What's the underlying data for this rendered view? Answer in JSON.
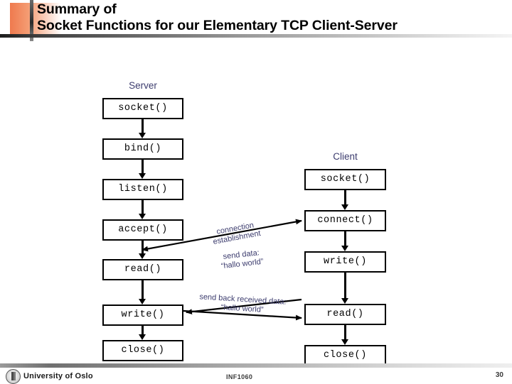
{
  "slide": {
    "title": "Summary of\nSocket Functions for our Elementary TCP Client-Server",
    "accent_color": "#ef7a4e",
    "label_color": "#3c3c6e"
  },
  "diagram": {
    "server": {
      "label": "Server",
      "steps": [
        {
          "label": "socket()"
        },
        {
          "label": "bind()"
        },
        {
          "label": "listen()"
        },
        {
          "label": "accept()"
        },
        {
          "label": "read()"
        },
        {
          "label": "write()"
        },
        {
          "label": "close()"
        }
      ]
    },
    "client": {
      "label": "Client",
      "steps": [
        {
          "label": "socket()"
        },
        {
          "label": "connect()"
        },
        {
          "label": "write()"
        },
        {
          "label": "read()"
        },
        {
          "label": "close()"
        }
      ]
    },
    "connections": [
      {
        "id": "connection-establishment",
        "line1": "connection",
        "line2": "establishment",
        "direction": "client-to-server"
      },
      {
        "id": "send-data",
        "line1": "send data:",
        "line2": "“hallo world”",
        "direction": "client-to-server"
      },
      {
        "id": "send-back-received-data",
        "line1": "send back received data:",
        "line2": "“hallo world”",
        "direction": "server-to-client"
      }
    ]
  },
  "footer": {
    "organization": "University of Oslo",
    "course": "INF1060",
    "page_number": "30"
  }
}
